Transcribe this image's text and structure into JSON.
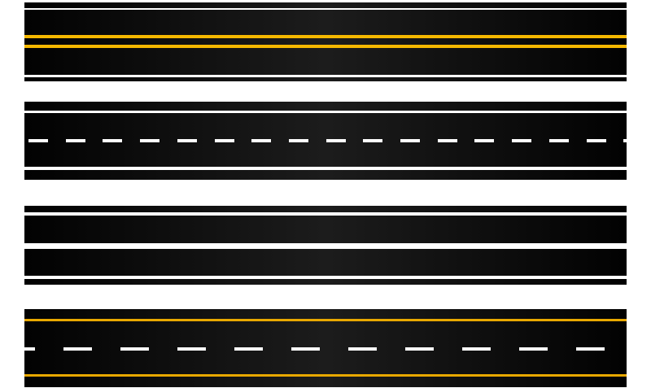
{
  "colors": {
    "asphalt": "#0a0a0a",
    "white_marking": "#ffffff",
    "yellow_marking": "#f5b800",
    "background": "#ffffff"
  },
  "roads": [
    {
      "type": "double-solid-yellow-center"
    },
    {
      "type": "dashed-white-center"
    },
    {
      "type": "solid-white-divider"
    },
    {
      "type": "dashed-white-center-yellow-edges"
    }
  ]
}
